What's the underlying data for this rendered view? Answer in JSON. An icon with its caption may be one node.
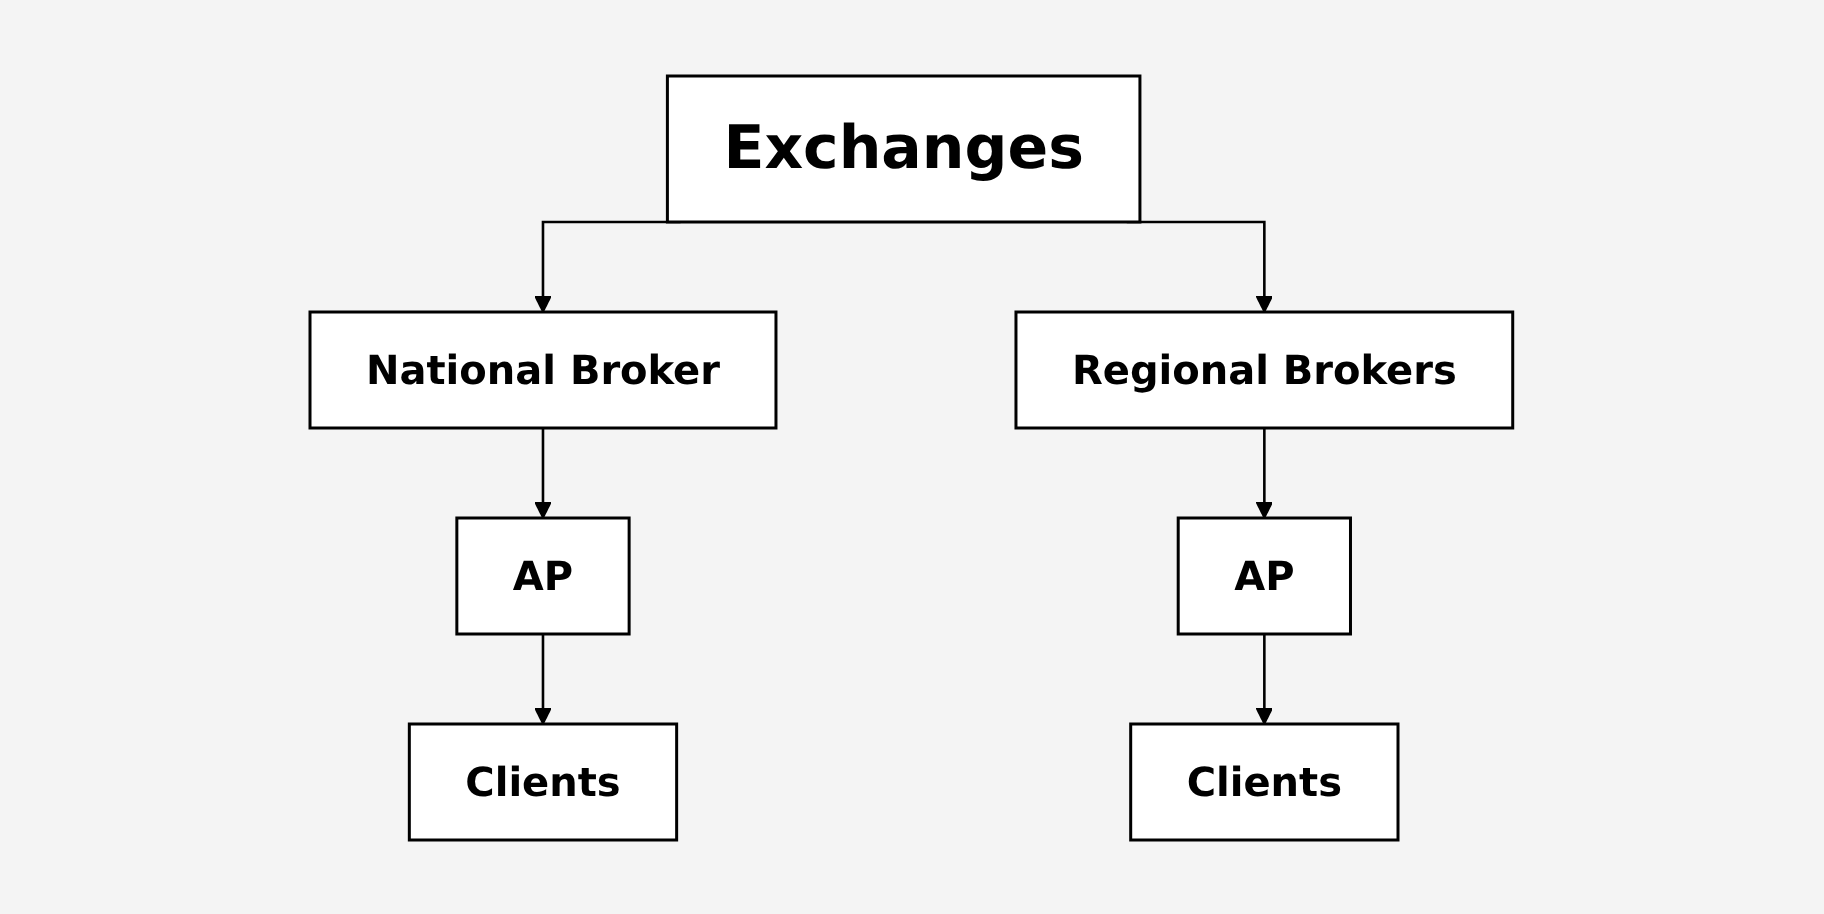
{
  "diagram": {
    "nodes": [
      {
        "text": [
          "Exchanges"
        ]
      },
      {
        "text": [
          "National Broker"
        ]
      },
      {
        "text": [
          "Regional Brokers"
        ]
      },
      {
        "text": [
          "AP"
        ]
      },
      {
        "text": [
          "Clients"
        ]
      },
      {
        "text": [
          "AP"
        ]
      },
      {
        "text": [
          "Clients"
        ]
      }
    ],
    "edges": [
      {
        "from": 0,
        "to": 1,
        "arrow": "to"
      },
      {
        "from": 0,
        "to": 2,
        "arrow": "to"
      },
      {
        "from": 1,
        "to": 3,
        "arrow": "to"
      },
      {
        "from": 3,
        "to": 4,
        "arrow": "to"
      },
      {
        "from": 2,
        "to": 5,
        "arrow": "to"
      },
      {
        "from": 5,
        "to": 6,
        "arrow": "to"
      }
    ]
  }
}
